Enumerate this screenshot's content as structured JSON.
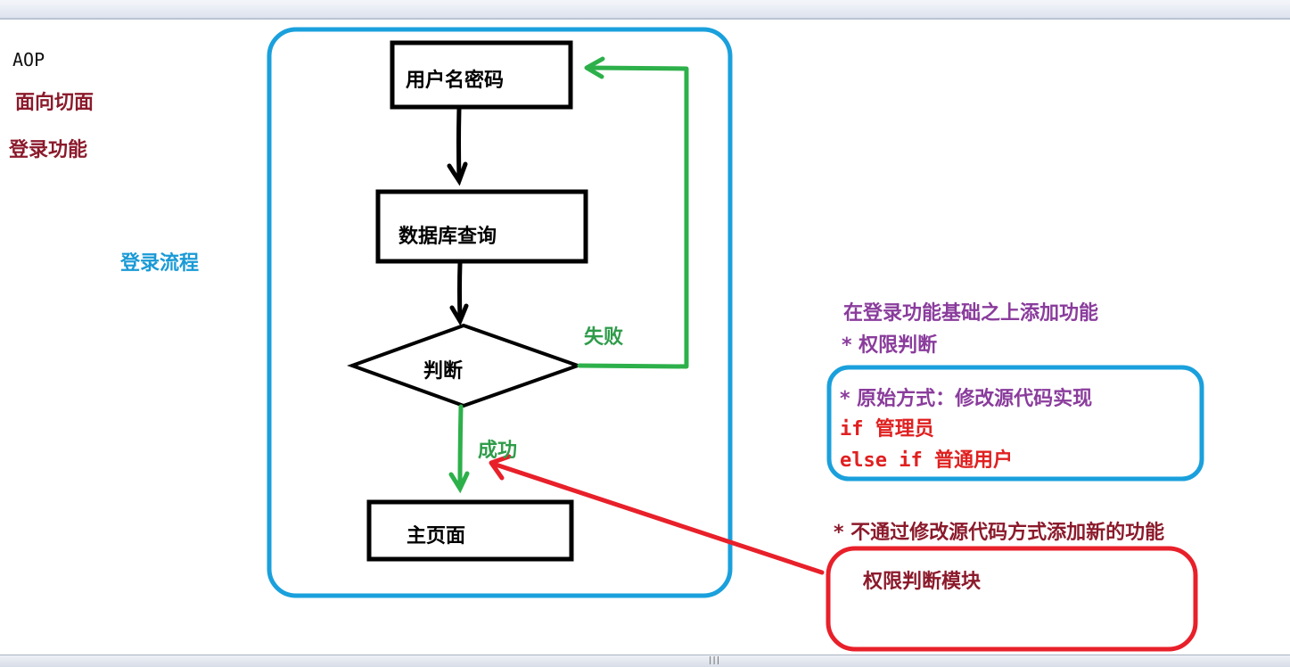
{
  "side": {
    "aop": "AOP",
    "aspect": "面向切面",
    "login_feature": "登录功能",
    "login_flow": "登录流程"
  },
  "flow": {
    "user_password": "用户名密码",
    "db_query": "数据库查询",
    "judge": "判断",
    "fail": "失败",
    "success": "成功",
    "home": "主页面"
  },
  "notes": {
    "add_feature": "在登录功能基础之上添加功能",
    "permission_check": "* 权限判断",
    "original_way": "* 原始方式：修改源代码实现",
    "if_admin": "if 管理员",
    "else_if_user": "else if 普通用户",
    "no_modify": "* 不通过修改源代码方式添加新的功能",
    "permission_module": "权限判断模块"
  },
  "colors": {
    "blue_frame": "#1aa0dc",
    "green_arrow": "#2db04a",
    "red_frame": "#e8202a",
    "dark_red_text": "#8b1a2b",
    "purple_text": "#8a3c9c",
    "red_text": "#e02020",
    "green_text": "#2f9c4a",
    "blue_text": "#1a9ad6"
  }
}
